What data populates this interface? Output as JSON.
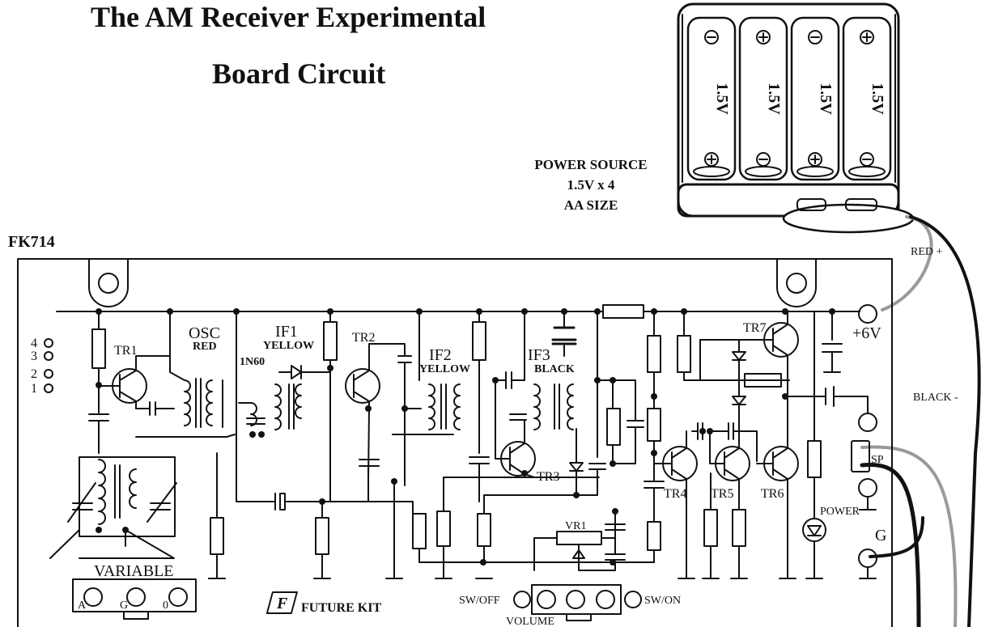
{
  "title_line1": "The AM Receiver Experimental",
  "title_line2": "Board Circuit",
  "power": {
    "line1": "POWER SOURCE",
    "line2": "1.5V x 4",
    "line3": "AA SIZE",
    "cell_label": "1.5V",
    "wire_red": "RED +",
    "wire_black": "BLACK -"
  },
  "board_model": "FK714",
  "labels": {
    "osc": "OSC",
    "osc_color": "RED",
    "if1": "IF1",
    "if1_color": "YELLOW",
    "if2": "IF2",
    "if2_color": "YELLOW",
    "if3": "IF3",
    "if3_color": "BLACK",
    "diode": "1N60",
    "tr1": "TR1",
    "tr2": "TR2",
    "tr3": "TR3",
    "tr4": "TR4",
    "tr5": "TR5",
    "tr6": "TR6",
    "tr7": "TR7",
    "vr1": "VR1",
    "plus6v": "+6V",
    "power_led": "POWER",
    "ground": "G",
    "variable": "VARIABLE",
    "var_a": "A",
    "var_g": "G",
    "var_o": "0",
    "sw_off": "SW/OFF",
    "sw_on": "SW/ON",
    "volume": "VOLUME",
    "brand": "FUTURE KIT",
    "brand_logo": "F",
    "pin4": "4",
    "pin3": "3",
    "pin2": "2",
    "pin1": "1",
    "sp": "SP"
  },
  "colors": {
    "ink": "#111111",
    "wire_gray": "#9a9a9a",
    "battery_fill": "#ffffff"
  }
}
